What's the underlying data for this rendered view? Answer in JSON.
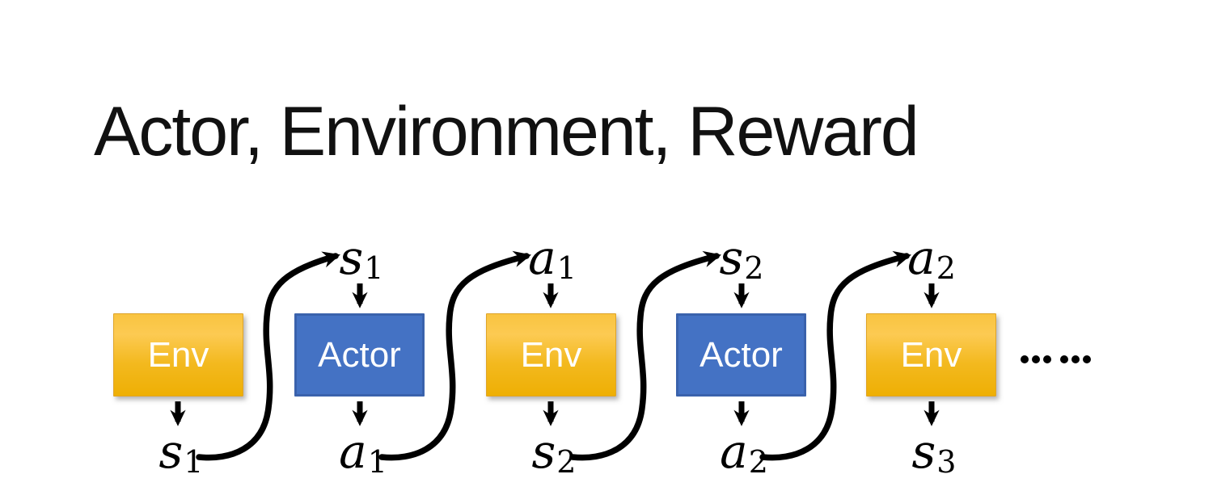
{
  "slide": {
    "title": "Actor, Environment, Reward",
    "background": "#ffffff"
  },
  "colors": {
    "env_top": "#F9C440",
    "env_mid": "#FCCA52",
    "env_bottom": "#EEAF04",
    "env_border": "#DFA428",
    "actor_fill": "#4472C4",
    "actor_border": "#3A62AC",
    "arrow": "#000000",
    "box_text": "#FFFFFF",
    "title_text": "#111111",
    "label_text": "#000000"
  },
  "diagram": {
    "boxes": [
      {
        "id": "env-1",
        "label": "Env"
      },
      {
        "id": "actor-1",
        "label": "Actor"
      },
      {
        "id": "env-2",
        "label": "Env"
      },
      {
        "id": "actor-2",
        "label": "Actor"
      },
      {
        "id": "env-3",
        "label": "Env"
      }
    ],
    "top_labels": [
      {
        "letter": "s",
        "sub": "1"
      },
      {
        "letter": "a",
        "sub": "1"
      },
      {
        "letter": "s",
        "sub": "2"
      },
      {
        "letter": "a",
        "sub": "2"
      }
    ],
    "bottom_labels": [
      {
        "letter": "s",
        "sub": "1"
      },
      {
        "letter": "a",
        "sub": "1"
      },
      {
        "letter": "s",
        "sub": "2"
      },
      {
        "letter": "a",
        "sub": "2"
      },
      {
        "letter": "s",
        "sub": "3"
      }
    ],
    "ellipsis": "……"
  }
}
